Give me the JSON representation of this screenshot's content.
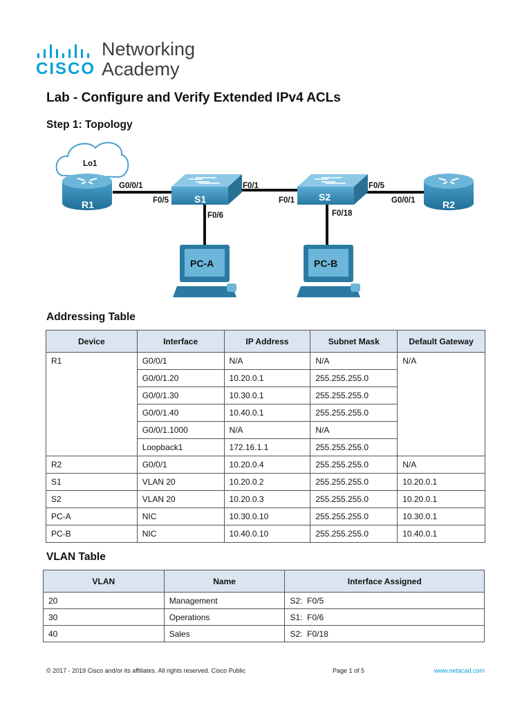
{
  "brand": {
    "cisco": "CISCO",
    "line1": "Networking",
    "line2": "Academy",
    "color": "#049fd9"
  },
  "title": "Lab - Configure and Verify Extended IPv4 ACLs",
  "step1": "Step 1: Topology",
  "topology": {
    "devices": [
      "R1",
      "S1",
      "S2",
      "R2",
      "PC-A",
      "PC-B",
      "Lo1"
    ],
    "links": [
      "G0/0/1",
      "F0/5",
      "F0/1",
      "F0/1",
      "F0/5",
      "G0/0/1",
      "F0/6",
      "F0/18"
    ]
  },
  "addressing": {
    "heading": "Addressing Table",
    "headers": [
      "Device",
      "Interface",
      "IP Address",
      "Subnet Mask",
      "Default Gateway"
    ],
    "r1": {
      "device": "R1",
      "gateway": "N/A",
      "rows": [
        [
          "G0/0/1",
          "N/A",
          "N/A"
        ],
        [
          "G0/0/1.20",
          "10.20.0.1",
          "255.255.255.0"
        ],
        [
          "G0/0/1.30",
          "10.30.0.1",
          "255.255.255.0"
        ],
        [
          "G0/0/1.40",
          "10.40.0.1",
          "255.255.255.0"
        ],
        [
          "G0/0/1.1000",
          "N/A",
          "N/A"
        ],
        [
          "Loopback1",
          "172.16.1.1",
          "255.255.255.0"
        ]
      ]
    },
    "rows": [
      [
        "R2",
        "G0/0/1",
        "10.20.0.4",
        "255.255.255.0",
        "N/A"
      ],
      [
        "S1",
        "VLAN 20",
        "10.20.0.2",
        "255.255.255.0",
        "10.20.0.1"
      ],
      [
        "S2",
        "VLAN 20",
        "10.20.0.3",
        "255.255.255.0",
        "10.20.0.1"
      ],
      [
        "PC-A",
        "NIC",
        "10.30.0.10",
        "255.255.255.0",
        "10.30.0.1"
      ],
      [
        "PC-B",
        "NIC",
        "10.40.0.10",
        "255.255.255.0",
        "10.40.0.1"
      ]
    ]
  },
  "vlan": {
    "heading": "VLAN Table",
    "headers": [
      "VLAN",
      "Name",
      "Interface Assigned"
    ],
    "rows": [
      [
        "20",
        "Management",
        "S2:  F0/5"
      ],
      [
        "30",
        "Operations",
        "S1:  F0/6"
      ],
      [
        "40",
        "Sales",
        "S2:  F0/18"
      ]
    ]
  },
  "footer": {
    "copyright": "© 2017 - 2019 Cisco and/or its affiliates. All rights reserved. Cisco Public",
    "page": "Page 1 of 5",
    "url": "www.netacad.com"
  }
}
